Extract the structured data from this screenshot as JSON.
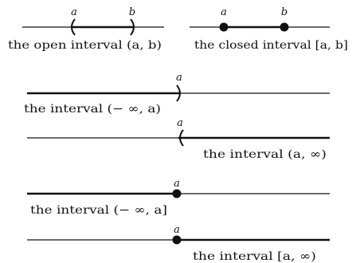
{
  "diagrams": [
    {
      "id": "open-interval",
      "caption": "the open interval (a, b)",
      "points": [
        {
          "label": "a",
          "endpoint": "open-left"
        },
        {
          "label": "b",
          "endpoint": "open-right"
        }
      ],
      "segment": "between"
    },
    {
      "id": "closed-interval",
      "caption": "the closed interval [a, b]",
      "points": [
        {
          "label": "a",
          "endpoint": "closed"
        },
        {
          "label": "b",
          "endpoint": "closed"
        }
      ],
      "segment": "between"
    },
    {
      "id": "left-open-ray",
      "caption": "the interval (− ∞, a)",
      "points": [
        {
          "label": "a",
          "endpoint": "open-right"
        }
      ],
      "segment": "left"
    },
    {
      "id": "right-open-ray",
      "caption": "the interval (a, ∞)",
      "points": [
        {
          "label": "a",
          "endpoint": "open-left"
        }
      ],
      "segment": "right"
    },
    {
      "id": "left-closed-ray",
      "caption": "the interval (− ∞, a]",
      "points": [
        {
          "label": "a",
          "endpoint": "closed"
        }
      ],
      "segment": "left"
    },
    {
      "id": "right-closed-ray",
      "caption": "the interval [a, ∞)",
      "points": [
        {
          "label": "a",
          "endpoint": "closed"
        }
      ],
      "segment": "right"
    }
  ],
  "colors": {
    "ink": "#111111",
    "background": "#ffffff"
  }
}
